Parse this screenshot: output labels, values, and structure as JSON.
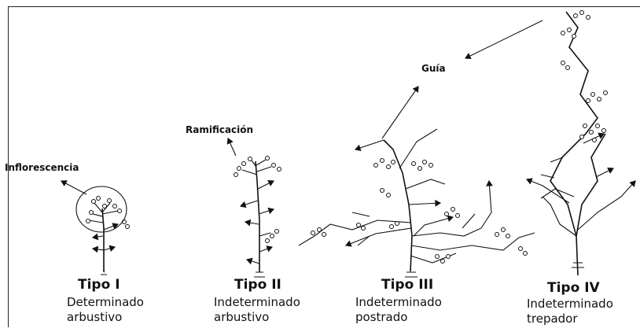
{
  "annotations": {
    "inflorescence": "Inflorescencia",
    "branching": "Ramificación",
    "guide": "Guía"
  },
  "types": [
    {
      "name": "Tipo I",
      "line1": "Determinado",
      "line2": "arbustivo"
    },
    {
      "name": "Tipo II",
      "line1": "Indeterminado",
      "line2": "arbustivo"
    },
    {
      "name": "Tipo III",
      "line1": "Indeterminado",
      "line2": "postrado"
    },
    {
      "name": "Tipo IV",
      "line1": "Indeterminado",
      "line2": "trepador"
    }
  ]
}
